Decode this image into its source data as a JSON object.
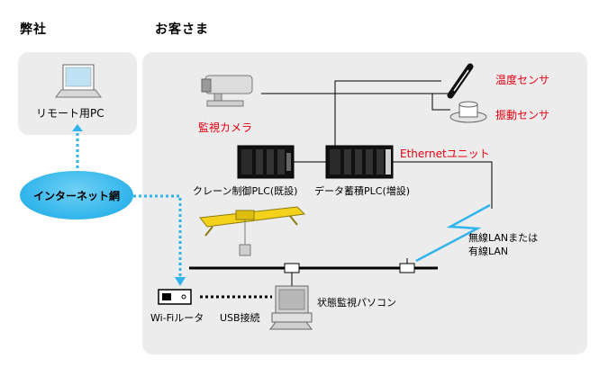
{
  "headers": {
    "company": "弊社",
    "customer": "お客さま"
  },
  "nodes": {
    "remote_pc": "リモート用PC",
    "internet": "インターネット網",
    "camera": "監視カメラ",
    "temp_sensor": "温度センサ",
    "vib_sensor": "振動センサ",
    "ethernet_unit": "Ethernetユニット",
    "crane_plc": "クレーン制御PLC(既設)",
    "data_plc": "データ蓄積PLC(増設)",
    "wireless": "無線LANまたは",
    "wired": "有線LAN",
    "router": "Wi-Fiルータ",
    "usb": "USB接続",
    "monitor_pc": "状態監視パソコン"
  },
  "colors": {
    "panel": "#ececec",
    "accent_red": "#e60012",
    "link_blue": "#30b4eb",
    "ellipse_blue": "#30b4eb"
  }
}
